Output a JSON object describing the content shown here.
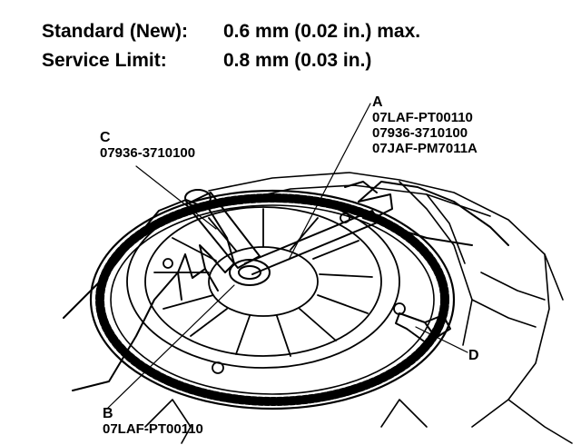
{
  "specs": {
    "standard_label": "Standard (New):",
    "standard_value": "0.6 mm (0.02 in.) max.",
    "service_label": "Service Limit:",
    "service_value": "0.8 mm (0.03 in.)"
  },
  "callouts": {
    "a": {
      "letter": "A",
      "parts": [
        "07LAF-PT00110",
        "07936-3710100",
        "07JAF-PM7011A"
      ]
    },
    "b": {
      "letter": "B",
      "parts": [
        "07LAF-PT00110"
      ]
    },
    "c": {
      "letter": "C",
      "parts": [
        "07936-3710100"
      ]
    },
    "d": {
      "letter": "D"
    }
  }
}
